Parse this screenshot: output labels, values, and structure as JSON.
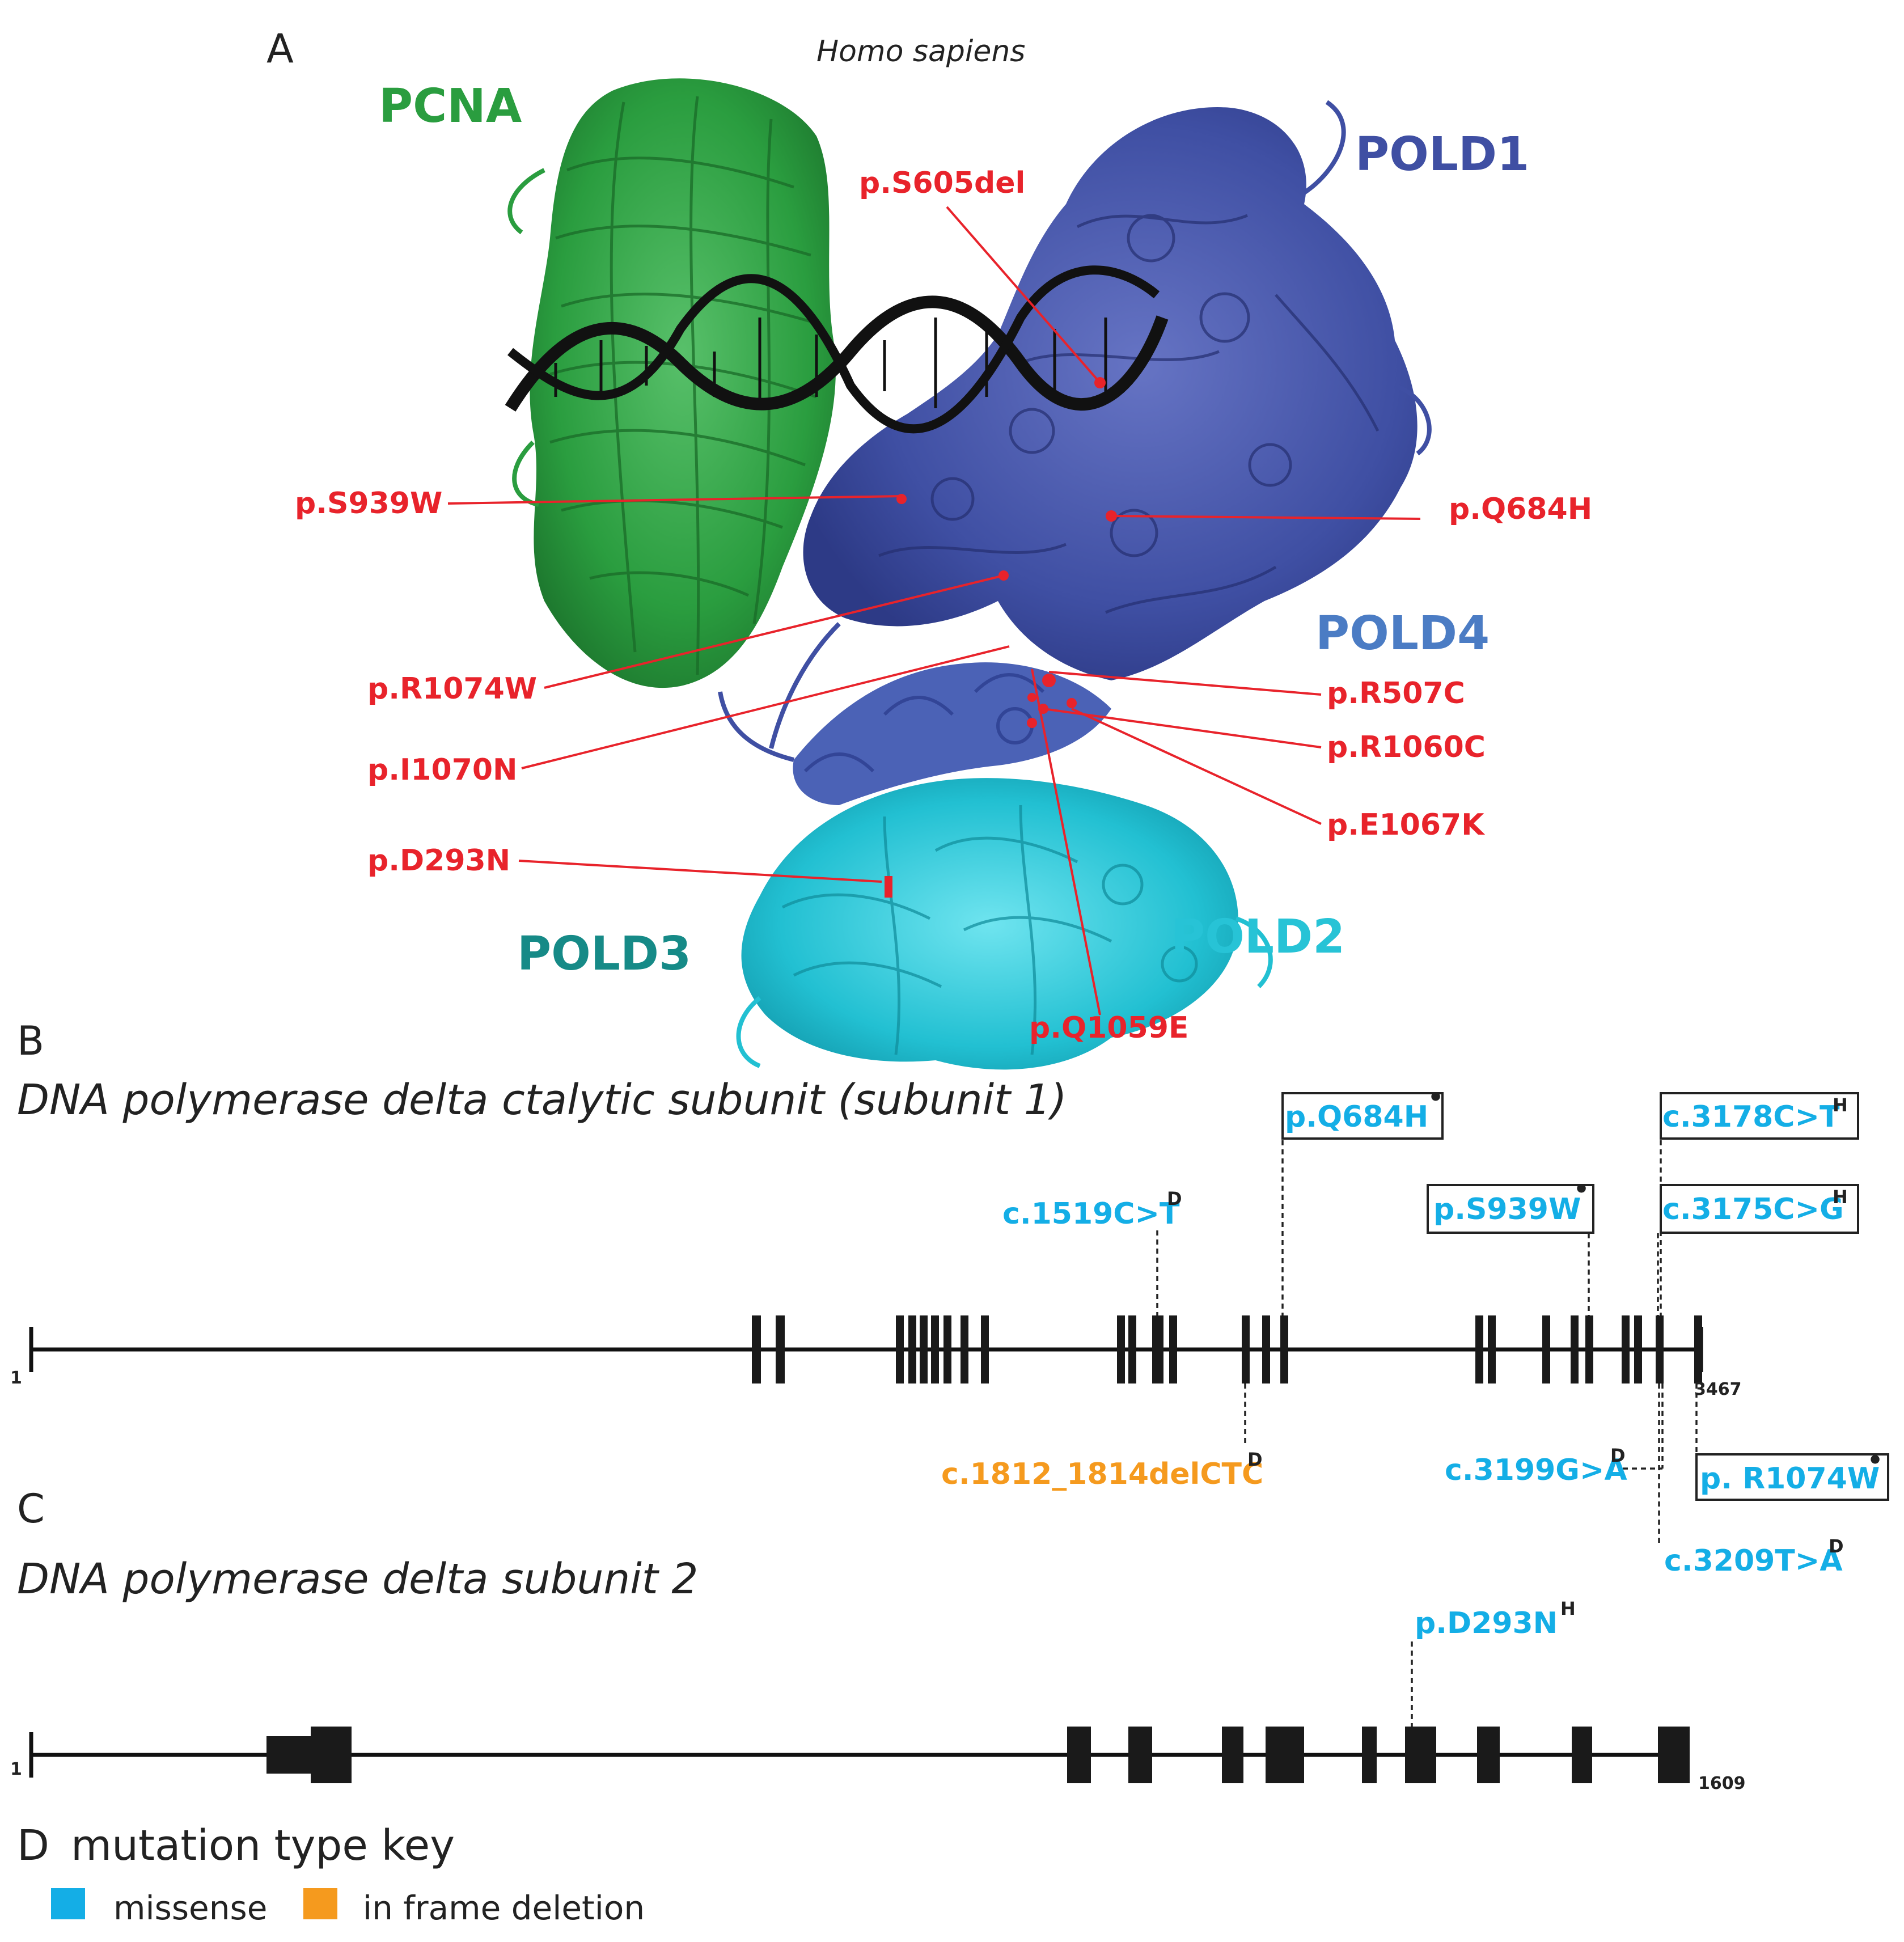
{
  "panels": {
    "a": "A",
    "b": "B",
    "c": "C",
    "d": "D"
  },
  "structure": {
    "species": "Homo sapiens",
    "subunits": {
      "pcna": "PCNA",
      "pold1": "POLD1",
      "pold4": "POLD4",
      "pold3": "POLD3",
      "pold2": "POLD2"
    },
    "mutations": [
      {
        "label": "p.S605del"
      },
      {
        "label": "p.S939W"
      },
      {
        "label": "p.Q684H"
      },
      {
        "label": "p.R1074W"
      },
      {
        "label": "p.R507C"
      },
      {
        "label": "p.R1060C"
      },
      {
        "label": "p.I1070N"
      },
      {
        "label": "p.E1067K"
      },
      {
        "label": "p.D293N"
      },
      {
        "label": "p.Q1059E"
      }
    ]
  },
  "gene1": {
    "title": "DNA polymerase delta ctalytic subunit (subunit 1)",
    "start": "1",
    "end": "3467",
    "length": 3467,
    "annotations": [
      {
        "label": "c.1519C>T",
        "sup": "D",
        "type": "missense"
      },
      {
        "label": "p.Q684H",
        "sup": "•",
        "type": "missense"
      },
      {
        "label": "p.S939W",
        "sup": "•",
        "type": "missense"
      },
      {
        "label": "c.3178C>T",
        "sup": "H",
        "type": "missense"
      },
      {
        "label": "c.3175C>G",
        "sup": "H",
        "type": "missense"
      },
      {
        "label": "c.1812_1814delCTC",
        "sup": "D",
        "type": "in frame deletion"
      },
      {
        "label": "c.3199G>A",
        "sup": "D",
        "type": "missense"
      },
      {
        "label": "p. R1074W",
        "sup": "•",
        "type": "missense"
      },
      {
        "label": "c.3209T>A",
        "sup": "D",
        "type": "missense"
      }
    ]
  },
  "gene2": {
    "title": "DNA polymerase delta subunit 2",
    "start": "1",
    "end": "1609",
    "length": 1609,
    "annotations": [
      {
        "label": "p.D293N",
        "sup": "H",
        "type": "missense"
      }
    ]
  },
  "key": {
    "title": "mutation type key",
    "items": [
      {
        "label": "missense",
        "color": "#14aee6"
      },
      {
        "label": "in frame deletion",
        "color": "#f59a1e"
      }
    ]
  },
  "colors": {
    "mutation_red": "#e8232b",
    "pcna": "#2a9d3f",
    "pold1": "#3f4fa3",
    "pold4": "#4b7cc4",
    "pold3": "#168a87",
    "pold2": "#27c3d6",
    "missense": "#14aee6",
    "deletion": "#f59a1e"
  }
}
